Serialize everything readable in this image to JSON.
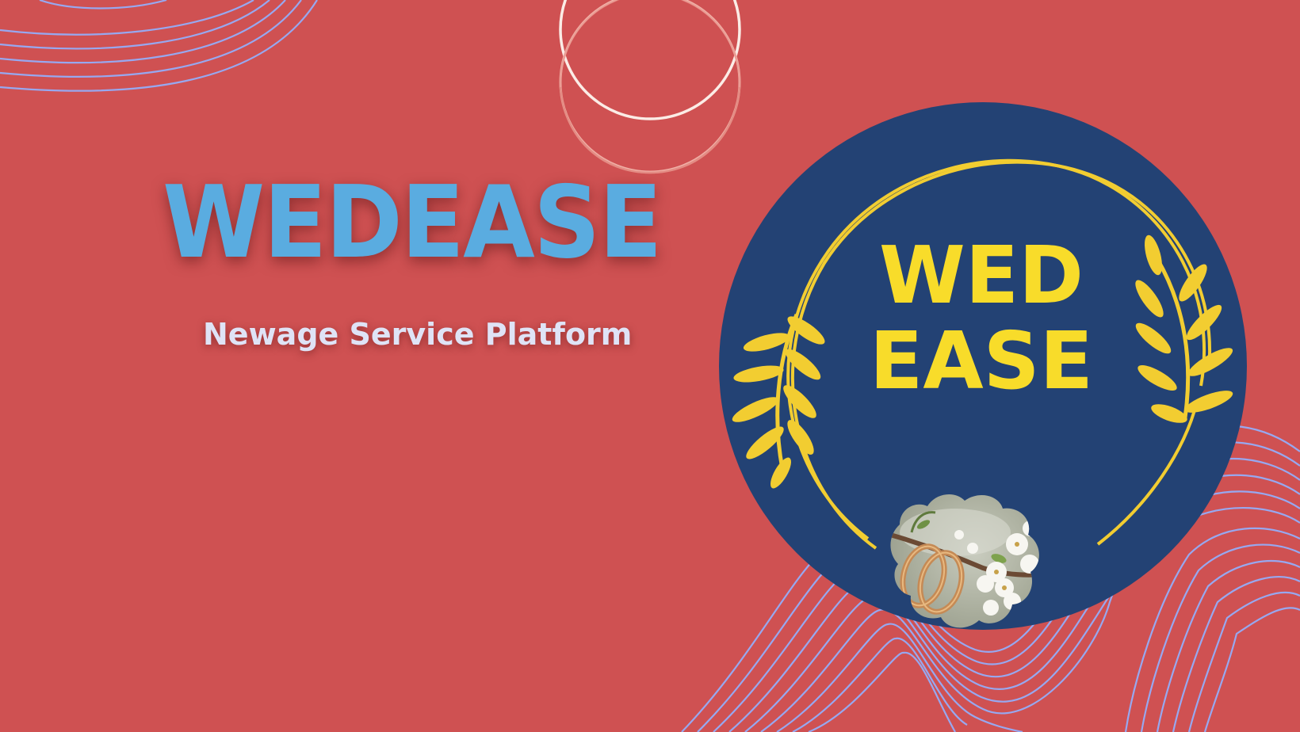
{
  "hero": {
    "title": "WEDEASE",
    "subtitle": "Newage Service Platform"
  },
  "emblem": {
    "line1": "WED",
    "line2": "EASE",
    "photo_subject": "wedding rings on blossom branch"
  },
  "colors": {
    "background": "#cf5152",
    "title": "#5aace0",
    "subtitle": "#dfe3f6",
    "emblem_circle": "#234274",
    "emblem_gold": "#f2cd31",
    "contour_lines": "#97a8f0",
    "ring_outline": "#f7e7e1"
  }
}
